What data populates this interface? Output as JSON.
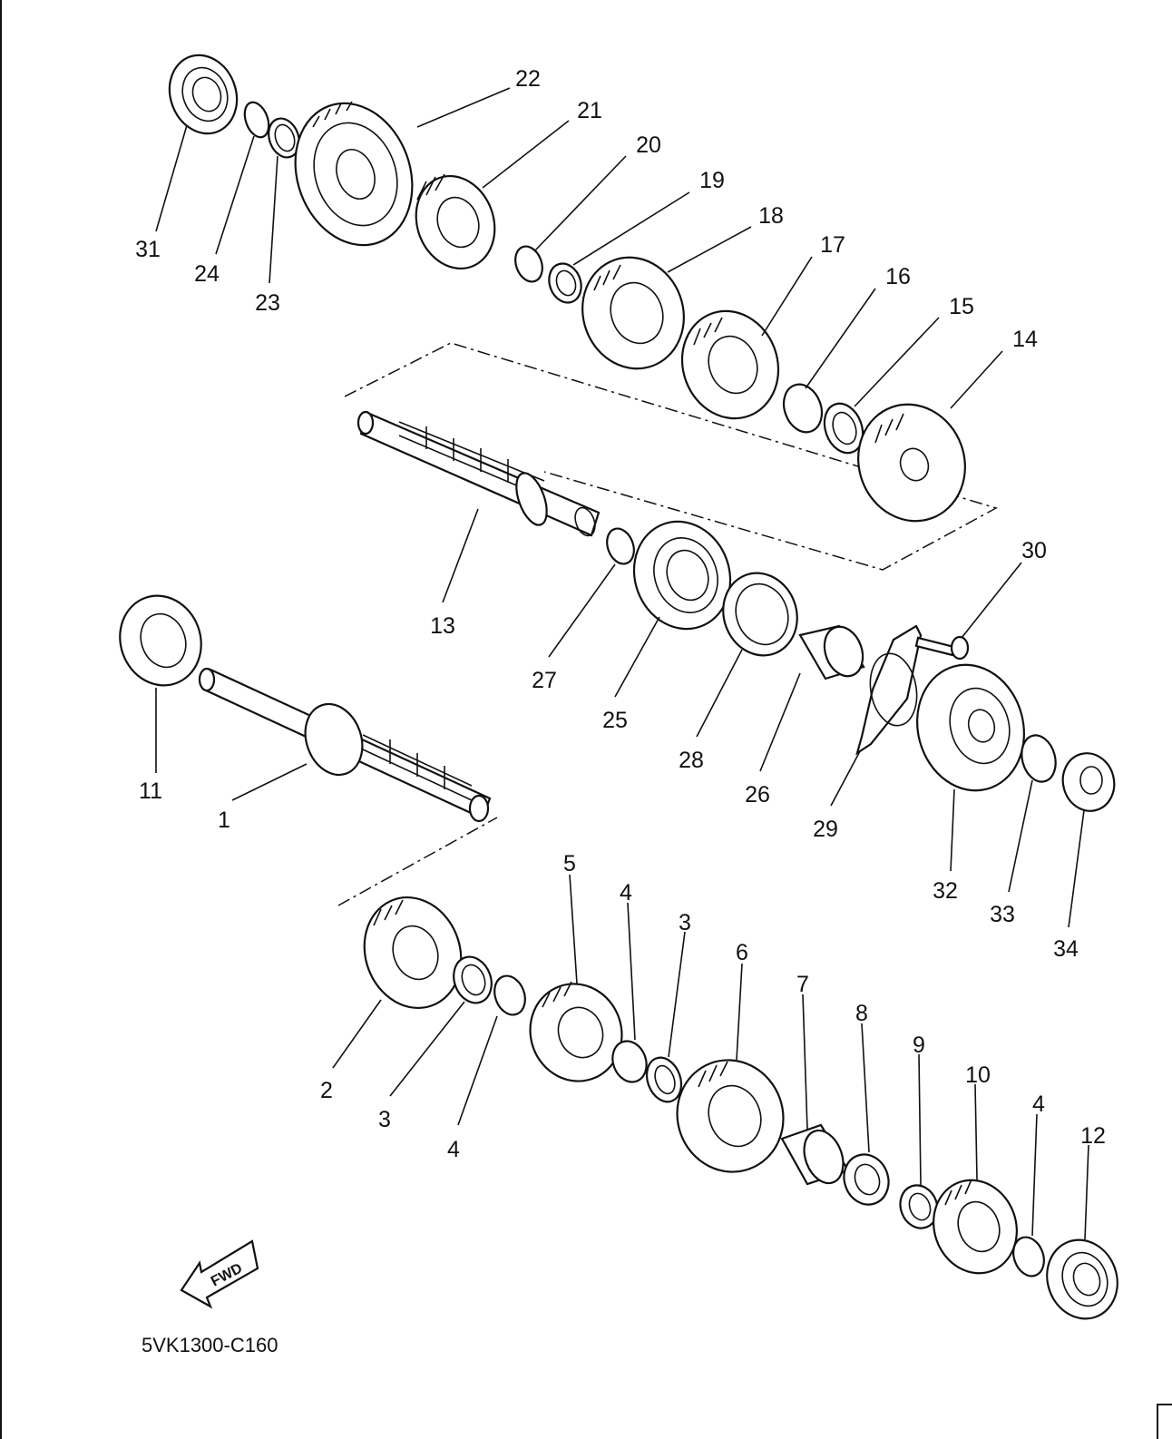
{
  "diagram_code": "5VK1300-C160",
  "fwd_label": "FWD",
  "parts": [
    {
      "id": "p1",
      "label": "1"
    },
    {
      "id": "p2",
      "label": "2"
    },
    {
      "id": "p3a",
      "label": "3"
    },
    {
      "id": "p3b",
      "label": "3"
    },
    {
      "id": "p4a",
      "label": "4"
    },
    {
      "id": "p4b",
      "label": "4"
    },
    {
      "id": "p4c",
      "label": "4"
    },
    {
      "id": "p5",
      "label": "5"
    },
    {
      "id": "p6",
      "label": "6"
    },
    {
      "id": "p7",
      "label": "7"
    },
    {
      "id": "p8",
      "label": "8"
    },
    {
      "id": "p9",
      "label": "9"
    },
    {
      "id": "p10",
      "label": "10"
    },
    {
      "id": "p11",
      "label": "11"
    },
    {
      "id": "p12",
      "label": "12"
    },
    {
      "id": "p13",
      "label": "13"
    },
    {
      "id": "p14",
      "label": "14"
    },
    {
      "id": "p15",
      "label": "15"
    },
    {
      "id": "p16",
      "label": "16"
    },
    {
      "id": "p17",
      "label": "17"
    },
    {
      "id": "p18",
      "label": "18"
    },
    {
      "id": "p19",
      "label": "19"
    },
    {
      "id": "p20",
      "label": "20"
    },
    {
      "id": "p21",
      "label": "21"
    },
    {
      "id": "p22",
      "label": "22"
    },
    {
      "id": "p23",
      "label": "23"
    },
    {
      "id": "p24",
      "label": "24"
    },
    {
      "id": "p25",
      "label": "25"
    },
    {
      "id": "p26",
      "label": "26"
    },
    {
      "id": "p27",
      "label": "27"
    },
    {
      "id": "p28",
      "label": "28"
    },
    {
      "id": "p29",
      "label": "29"
    },
    {
      "id": "p30",
      "label": "30"
    },
    {
      "id": "p31",
      "label": "31"
    },
    {
      "id": "p32",
      "label": "32"
    },
    {
      "id": "p33",
      "label": "33"
    },
    {
      "id": "p34",
      "label": "34"
    }
  ]
}
